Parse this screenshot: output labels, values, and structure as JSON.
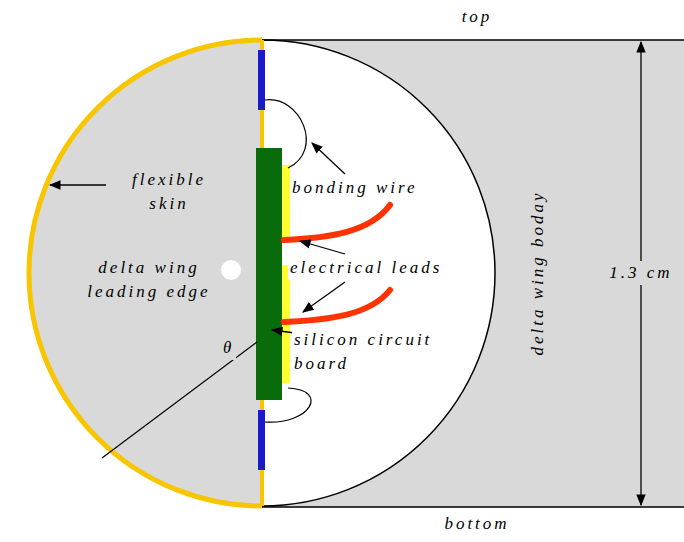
{
  "diagram": {
    "labels": [
      "top",
      "flexible skin",
      "delta wing leading edge",
      "bonding wire",
      "electrical leads",
      "silicon circuit board",
      "θ",
      "delta wing boday",
      "1.3 cm",
      "bottom"
    ]
  }
}
